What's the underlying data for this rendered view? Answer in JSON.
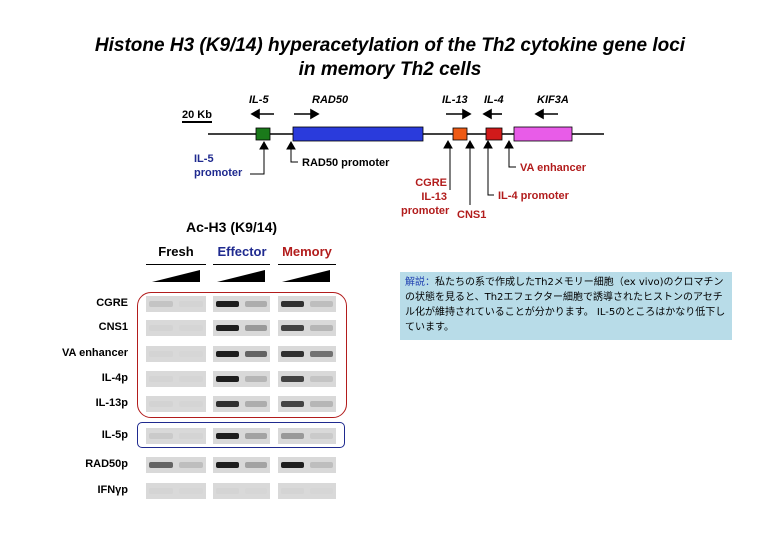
{
  "title": {
    "line1": "Histone H3 (K9/14) hyperacetylation of the Th2 cytokine gene loci",
    "line2": "in memory Th2 cells"
  },
  "locus_map": {
    "scale_label": "20 Kb",
    "genes": [
      {
        "name": "IL-5",
        "direction": "left",
        "color": "#1a7a1a"
      },
      {
        "name": "RAD50",
        "direction": "right",
        "color": "#2a3bdc"
      },
      {
        "name": "IL-13",
        "direction": "right",
        "color": "#ee5a14"
      },
      {
        "name": "IL-4",
        "direction": "left",
        "color": "#d11a1a"
      },
      {
        "name": "KIF3A",
        "direction": "left",
        "color": "#e85ce8"
      }
    ],
    "annotations": {
      "il5_promoter": [
        "IL-5",
        "promoter"
      ],
      "rad50_promoter": "RAD50 promoter",
      "cgre_il13": [
        "CGRE",
        "IL-13",
        "promoter"
      ],
      "cns1": "CNS1",
      "il4_promoter": "IL-4 promoter",
      "va_enhancer": "VA enhancer"
    }
  },
  "blot": {
    "header": "Ac-H3 (K9/14)",
    "columns": [
      {
        "name": "Fresh",
        "color": "#000000"
      },
      {
        "name": "Effector",
        "color": "#1f2a8f"
      },
      {
        "name": "Memory",
        "color": "#b21c1c"
      }
    ],
    "rows": [
      {
        "label": "CGRE",
        "intensity": [
          0.3,
          0.12,
          0.95,
          0.45,
          0.9,
          0.35
        ]
      },
      {
        "label": "CNS1",
        "intensity": [
          0.15,
          0.08,
          0.95,
          0.55,
          0.85,
          0.4
        ]
      },
      {
        "label": "VA enhancer",
        "intensity": [
          0.1,
          0.05,
          0.95,
          0.75,
          0.9,
          0.7
        ]
      },
      {
        "label": "IL-4p",
        "intensity": [
          0.12,
          0.08,
          0.95,
          0.4,
          0.85,
          0.3
        ]
      },
      {
        "label": "IL-13p",
        "intensity": [
          0.15,
          0.08,
          0.9,
          0.45,
          0.85,
          0.4
        ]
      },
      {
        "label": "IL-5p",
        "intensity": [
          0.25,
          0.1,
          0.95,
          0.5,
          0.55,
          0.25
        ]
      },
      {
        "label": "RAD50p",
        "intensity": [
          0.75,
          0.35,
          0.95,
          0.5,
          0.95,
          0.35
        ]
      },
      {
        "label": "IFNγp",
        "intensity": [
          0.1,
          0.05,
          0.1,
          0.05,
          0.1,
          0.05
        ]
      }
    ]
  },
  "note": {
    "prefix": "解説：",
    "body": "私たちの系で作成したTh2メモリー細胞（ex vivo)のクロマチンの状態を見ると、Th2エフェクター細胞で誘導されたヒストンのアセチル化が維持されていることが分かります。 IL-5のところはかなり低下しています。"
  }
}
